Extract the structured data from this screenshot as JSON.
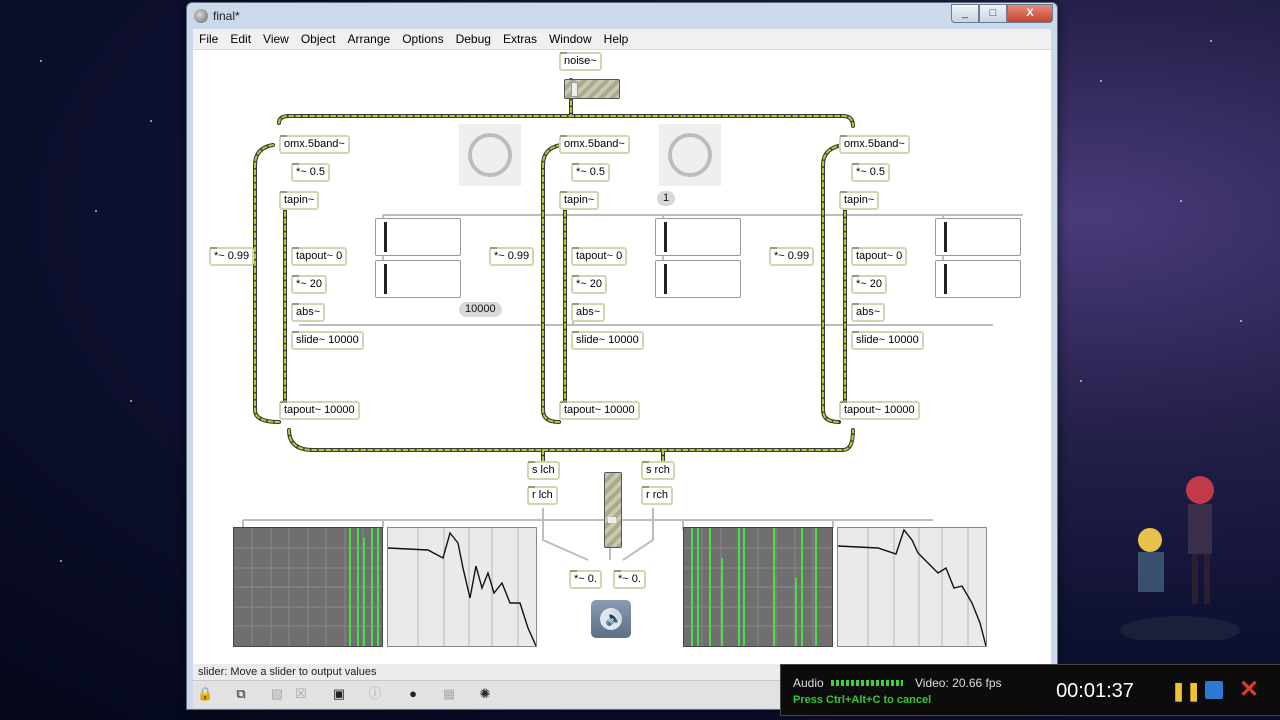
{
  "window": {
    "title": "final*",
    "controls": [
      "_",
      "□",
      "X"
    ]
  },
  "menu": [
    "File",
    "Edit",
    "View",
    "Object",
    "Arrange",
    "Options",
    "Debug",
    "Extras",
    "Window",
    "Help"
  ],
  "patch": {
    "noise": "noise~",
    "omx": "omx.5band~",
    "mul_half": "*~ 0.5",
    "tapin": "tapin~",
    "tapout0": "tapout~ 0",
    "mul20": "*~ 20",
    "abs": "abs~",
    "slide": "slide~ 10000",
    "tapout10000": "tapout~ 10000",
    "feedback": "*~ 0.99",
    "send_l": "s lch",
    "send_r": "s rch",
    "recv_l": "r lch",
    "recv_r": "r rch",
    "mul_zero": "*~ 0.",
    "num_10000": "10000",
    "num_1": "1"
  },
  "status": {
    "text": "slider: Move a slider to output values"
  },
  "capture": {
    "audio_label": "Audio",
    "video_label": "Video: 20.66 fps",
    "hint": "Press Ctrl+Alt+C to cancel",
    "time": "00:01:37"
  },
  "colors": {
    "patchcord_signal": "#b6c832",
    "patchcord_ctrl": "#bdbdbd",
    "scope_trace": "#44e144"
  }
}
